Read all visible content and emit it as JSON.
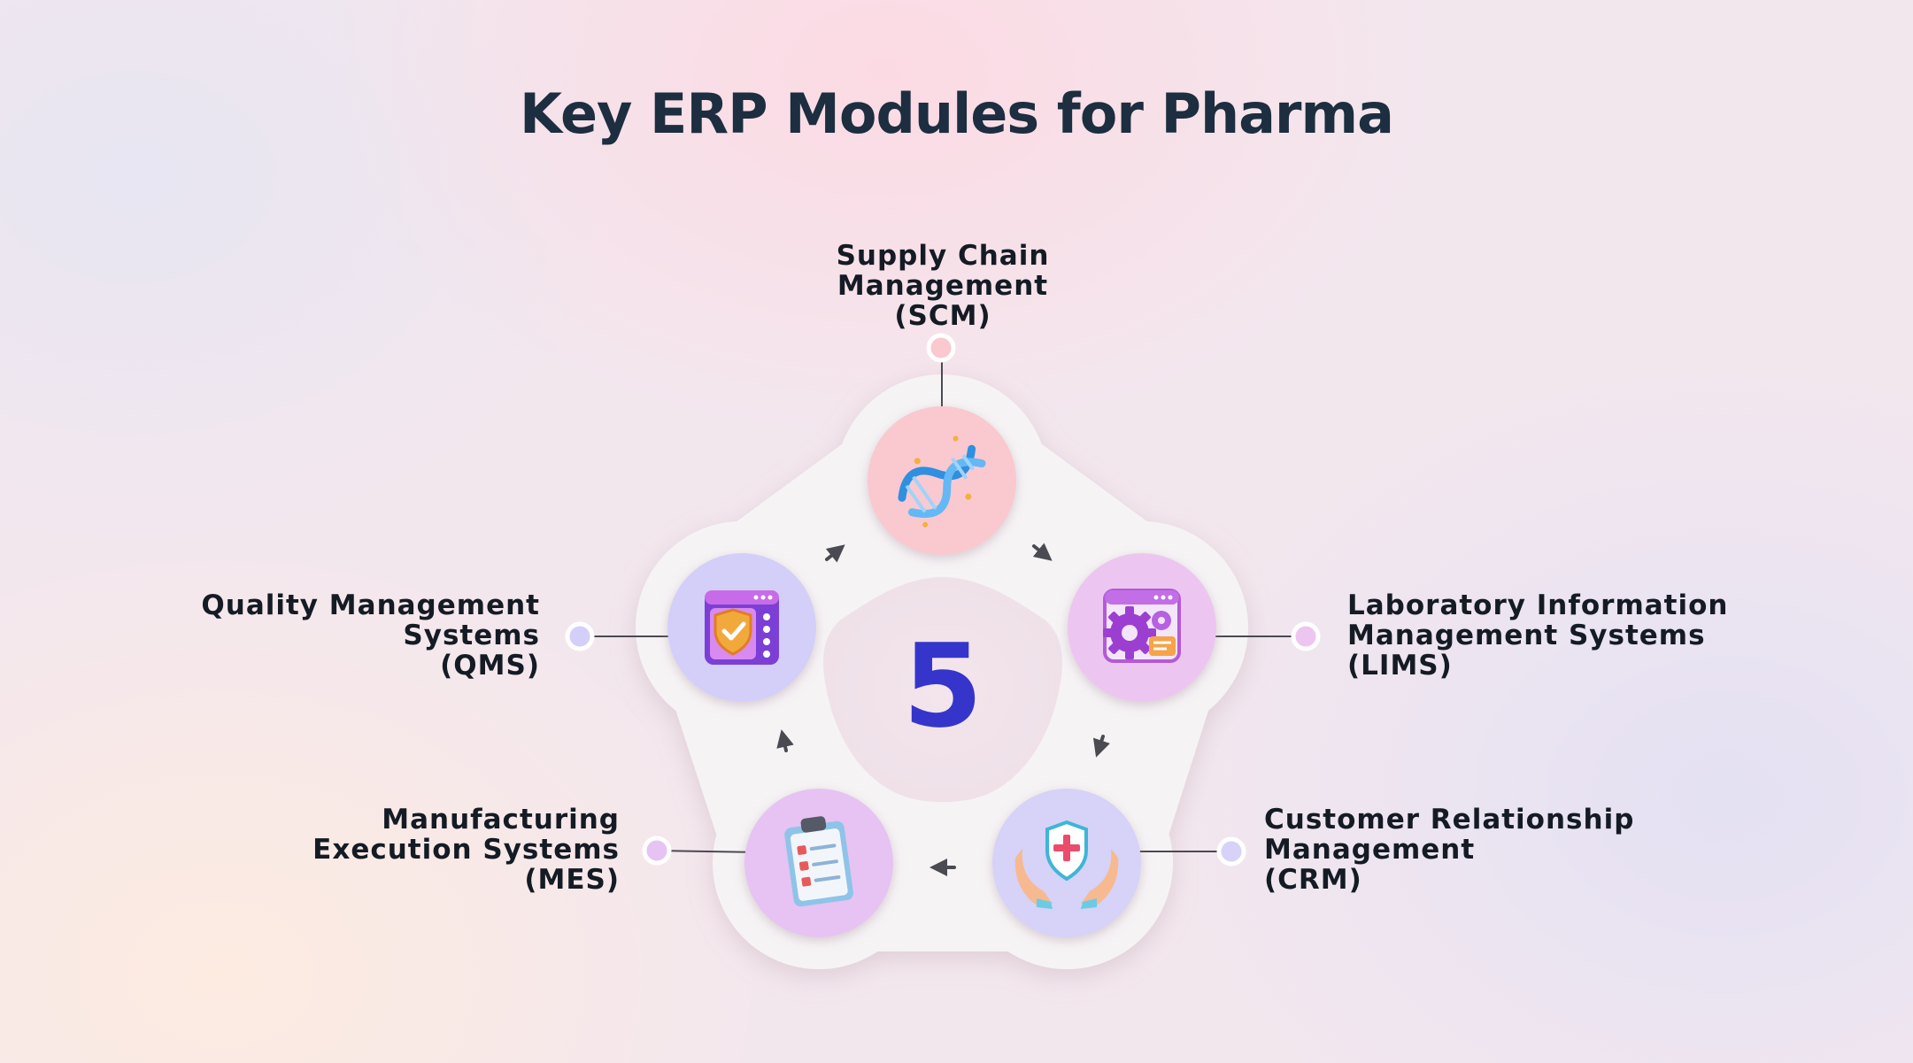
{
  "title": "Key ERP Modules for Pharma",
  "center_number": "5",
  "modules": [
    {
      "id": "scm",
      "lines": [
        "Supply Chain",
        "Management",
        "(SCM)"
      ],
      "icon": "dna-icon",
      "color": "#f9c9cf"
    },
    {
      "id": "lims",
      "lines": [
        "Laboratory Information",
        "Management Systems",
        "(LIMS)"
      ],
      "icon": "gears-window-icon",
      "color": "#ecc6f0"
    },
    {
      "id": "crm",
      "lines": [
        "Customer Relationship",
        "Management",
        "(CRM)"
      ],
      "icon": "hands-shield-icon",
      "color": "#d6d2f8"
    },
    {
      "id": "mes",
      "lines": [
        "Manufacturing",
        "Execution Systems",
        "(MES)"
      ],
      "icon": "clipboard-checklist-icon",
      "color": "#e6c3f3"
    },
    {
      "id": "qms",
      "lines": [
        "Quality Management",
        "Systems",
        "(QMS)"
      ],
      "icon": "shield-window-icon",
      "color": "#d4cff8"
    }
  ],
  "colors": {
    "title": "#1c2e40",
    "center_number": "#3535cc",
    "label_text": "#141b24",
    "ring": "#f6f3f5"
  }
}
